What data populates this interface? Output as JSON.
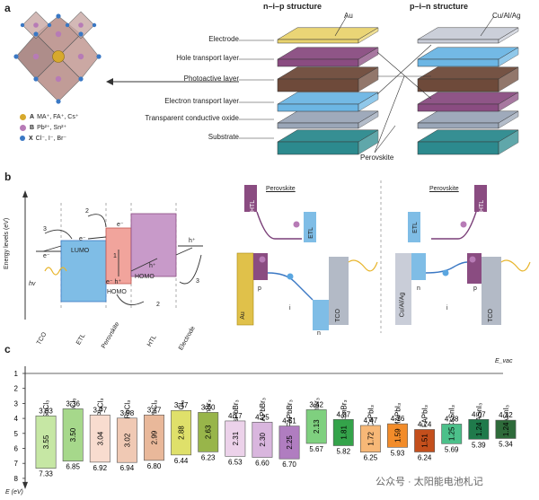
{
  "panels": {
    "a": "a",
    "b": "b",
    "c": "c"
  },
  "panel_a": {
    "legend": [
      {
        "letter": "A",
        "text": "MA⁺, FA⁺, Cs⁺",
        "color": "#d7a92c"
      },
      {
        "letter": "B",
        "text": "Pb²⁺, Sn²⁺",
        "color": "#b77bb6"
      },
      {
        "letter": "X",
        "text": "Cl⁻, I⁻, Br⁻",
        "color": "#3a78c4"
      }
    ],
    "nip_title": "n–i–p structure",
    "pin_title": "p–i–n structure",
    "layer_labels": [
      "Electrode",
      "Hole transport layer",
      "Photoactive layer",
      "Electron transport layer",
      "Transparent conductive oxide",
      "Substrate"
    ],
    "au_label": "Au",
    "cu_label": "Cu/Al/Ag",
    "perovskite_label": "Perovskite",
    "colors": {
      "au": "#e9d36f",
      "htl": "#8a4c81",
      "perovskite": "#6e4a3a",
      "etl": "#6cb6e4",
      "tco": "#9aa6b8",
      "substrate": "#2c8a8e",
      "cu": "#c9cdd8"
    }
  },
  "panel_b": {
    "axis_label": "Energy levels (eV)",
    "hv": "hv",
    "lumo": "LUMO",
    "homo": "HOMO",
    "homo2": "HOMO",
    "num1": "1",
    "num2a": "2",
    "num2b": "2",
    "num3a": "3",
    "num3b": "3",
    "e_minus": "e⁻",
    "h_plus": "h⁺",
    "eh": "e⁻ h⁺",
    "bottom_labels": [
      "TCO",
      "ETL",
      "Perovskite",
      "HTL",
      "Electrode"
    ],
    "mid": {
      "htl": "HTL",
      "perovskite": "Perovskite",
      "etl": "ETL",
      "p": "p",
      "i": "i",
      "n": "n",
      "au": "Au",
      "tco": "TCO"
    },
    "right": {
      "htl": "HTL",
      "perovskite": "Perovskite",
      "etl": "ETL",
      "p": "p",
      "i": "i",
      "n": "n",
      "cu": "Cu/Al/Ag",
      "tco": "TCO"
    }
  },
  "panel_c": {
    "evac": "E_vac",
    "ylabel": "E (eV)",
    "yticks": [
      "1",
      "2",
      "3",
      "4",
      "5",
      "6",
      "7",
      "8"
    ],
    "materials": [
      {
        "name": "FASnCl₃",
        "top": 3.83,
        "bottom": 7.33,
        "gap": "3.55",
        "color": "#c6e7a4",
        "top_label": "3.83",
        "bottom_label": "7.33"
      },
      {
        "name": "MASnCl₃",
        "top": 3.36,
        "bottom": 6.85,
        "gap": "3.50",
        "color": "#a6d88b",
        "top_label": "3.36",
        "bottom_label": "6.85"
      },
      {
        "name": "MAPbCl₃",
        "top": 3.77,
        "bottom": 6.92,
        "gap": "3.04",
        "color": "#f8dccf",
        "top_label": "3.77",
        "bottom_label": "6.92"
      },
      {
        "name": "FAPbCl₃",
        "top": 3.98,
        "bottom": 6.94,
        "gap": "3.02",
        "color": "#f0c9b4",
        "top_label": "3.98",
        "bottom_label": "6.94"
      },
      {
        "name": "CsPbCl₃",
        "top": 3.77,
        "bottom": 6.8,
        "gap": "2.99",
        "color": "#e9b89a",
        "top_label": "3.77",
        "bottom_label": "6.80"
      },
      {
        "name": "CsSnCl₃",
        "top": 3.47,
        "bottom": 6.44,
        "gap": "2.88",
        "color": "#dfe06a",
        "top_label": "3.47",
        "bottom_label": "6.44"
      },
      {
        "name": "FASnBr₃",
        "top": 3.6,
        "bottom": 6.23,
        "gap": "2.63",
        "color": "#98b54a",
        "top_label": "3.60",
        "bottom_label": "6.23"
      },
      {
        "name": "CsPbBr₃",
        "top": 4.17,
        "bottom": 6.53,
        "gap": "2.31",
        "color": "#ecd2ea",
        "top_label": "4.17",
        "bottom_label": "6.53"
      },
      {
        "name": "MAPbBr₃",
        "top": 4.25,
        "bottom": 6.6,
        "gap": "2.30",
        "color": "#d9b6de",
        "top_label": "4.25",
        "bottom_label": "6.60"
      },
      {
        "name": "FAPbBr₃",
        "top": 4.51,
        "bottom": 6.7,
        "gap": "2.25",
        "color": "#b07dc0",
        "top_label": "4.51",
        "bottom_label": "6.70"
      },
      {
        "name": "MASnBr₃",
        "top": 3.42,
        "bottom": 5.67,
        "gap": "2.13",
        "color": "#7fd07f",
        "top_label": "3.42",
        "bottom_label": "5.67"
      },
      {
        "name": "CsSnBr₃",
        "top": 4.07,
        "bottom": 5.82,
        "gap": "1.81",
        "color": "#34a34a",
        "top_label": "4.07",
        "bottom_label": "5.82"
      },
      {
        "name": "CsPbI₃",
        "top": 4.47,
        "bottom": 6.25,
        "gap": "1.72",
        "color": "#f7b877",
        "top_label": "4.47",
        "bottom_label": "6.25"
      },
      {
        "name": "MAPbI₃",
        "top": 4.36,
        "bottom": 5.93,
        "gap": "1.59",
        "color": "#f28c2a",
        "top_label": "4.36",
        "bottom_label": "5.93"
      },
      {
        "name": "FAPbI₃",
        "top": 4.74,
        "bottom": 6.24,
        "gap": "1.51",
        "color": "#c44f1c",
        "top_label": "4.74",
        "bottom_label": "6.24"
      },
      {
        "name": "CsSnI₃",
        "top": 4.38,
        "bottom": 5.69,
        "gap": "1.25",
        "color": "#4cc08a",
        "top_label": "4.38",
        "bottom_label": "5.69"
      },
      {
        "name": "MASnI₃",
        "top": 4.07,
        "bottom": 5.39,
        "gap": "1.24",
        "color": "#1f7a4b",
        "top_label": "4.07",
        "bottom_label": "5.39"
      },
      {
        "name": "FASnI₃",
        "top": 4.12,
        "bottom": 5.34,
        "gap": "1.24",
        "color": "#2e6b3a",
        "top_label": "4.12",
        "bottom_label": "5.34"
      }
    ]
  },
  "watermark": "公众号 · 太阳能电池札记"
}
